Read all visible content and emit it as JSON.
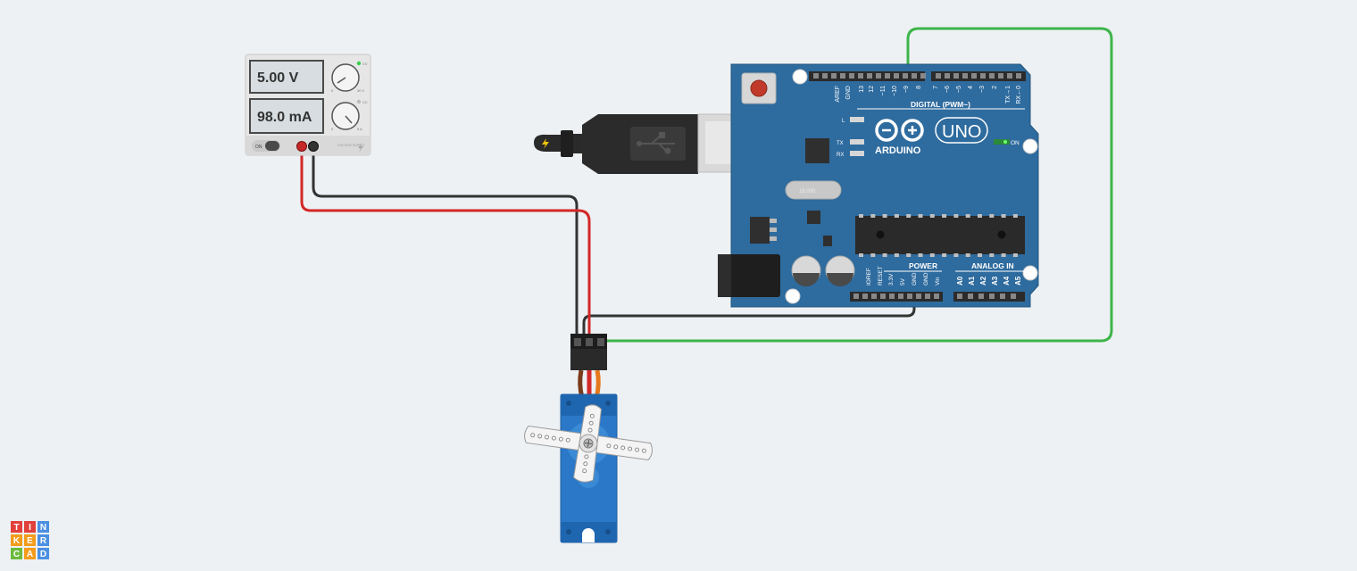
{
  "power_supply": {
    "voltage_display": "5.00 V",
    "current_display": "98.0 mA",
    "cv_label": "CV",
    "cc_label": "CC",
    "voltage_knob_max": "30 V",
    "current_knob_max": "5 A",
    "knob_min": "0",
    "switch_label": "ON",
    "output_label": "VOLTAGE SUPPLY"
  },
  "arduino": {
    "top_header_labels": [
      "AREF",
      "GND",
      "13",
      "12",
      "~11",
      "~10",
      "~9",
      "8",
      "7",
      "~6",
      "~5",
      "4",
      "~3",
      "2",
      "TX→1",
      "RX←0"
    ],
    "digital_label": "DIGITAL (PWM~)",
    "led_labels": [
      "L",
      "TX",
      "RX"
    ],
    "brand": "ARDUINO",
    "model": "UNO",
    "on_label": "ON",
    "crystal_label": "16.000",
    "power_section_label": "POWER",
    "analog_section_label": "ANALOG IN",
    "power_pin_labels": [
      "IOREF",
      "RESET",
      "3.3V",
      "5V",
      "GND",
      "GND",
      "Vin"
    ],
    "analog_pin_labels": [
      "A0",
      "A1",
      "A2",
      "A3",
      "A4",
      "A5"
    ]
  },
  "logo": {
    "letters": [
      "T",
      "I",
      "N",
      "K",
      "E",
      "R",
      "C",
      "A",
      "D"
    ],
    "colors": [
      "#e2403b",
      "#e2403b",
      "#4a90e2",
      "#f39c1b",
      "#f39c1b",
      "#4a90e2",
      "#6cbb3c",
      "#f39c1b",
      "#4a90e2"
    ]
  },
  "colors": {
    "background": "#eef1f4",
    "board_blue": "#2e6b9e",
    "wire_red": "#d22828",
    "wire_black": "#333333",
    "wire_green": "#3db54a",
    "servo_blue": "#2b78c8"
  }
}
